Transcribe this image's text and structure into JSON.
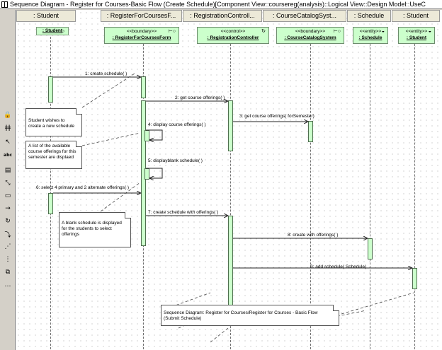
{
  "window": {
    "title": "Sequence Diagram - Register for Courses-Basic Flow (Create Schedule)[Component View::coursereg(analysis)::Logical View::Design Model::UseC"
  },
  "toolbox": [
    {
      "name": "lock-icon",
      "glyph": "🔒"
    },
    {
      "name": "palette-icon",
      "glyph": "ǂǂ"
    },
    {
      "name": "selector-arrow-icon",
      "glyph": "↖"
    },
    {
      "name": "text-tool-icon",
      "glyph": "abc"
    },
    {
      "name": "note-tool-icon",
      "glyph": "▤"
    },
    {
      "name": "anchor-tool-icon",
      "glyph": "⤡"
    },
    {
      "name": "object-tool-icon",
      "glyph": "▭"
    },
    {
      "name": "message-tool-icon",
      "glyph": "→"
    },
    {
      "name": "message-to-self-tool-icon",
      "glyph": "↻"
    },
    {
      "name": "return-message-tool-icon",
      "glyph": "⤵"
    },
    {
      "name": "destruction-marker-tool-icon",
      "glyph": "⋰"
    },
    {
      "name": "interaction-tool-icon",
      "glyph": "⋮"
    },
    {
      "name": "frame-tool-icon",
      "glyph": "⧉"
    },
    {
      "name": "more-tools-icon",
      "glyph": "…"
    }
  ],
  "headers": [
    {
      "label": ": Student"
    },
    {
      "label": ": RegisterForCoursesF..."
    },
    {
      "label": ": RegistrationControll..."
    },
    {
      "label": ": CourseCatalogSyst..."
    },
    {
      "label": ": Schedule"
    },
    {
      "label": ": Student"
    }
  ],
  "objects": [
    {
      "stereotype": "",
      "name": ": Student"
    },
    {
      "stereotype": "<<boundary>>",
      "name": ": RegisterForCoursesForm"
    },
    {
      "stereotype": "<<control>>",
      "name": ": RegistrationController"
    },
    {
      "stereotype": "<<boundary>>",
      "name": ": CourseCatalogSystem"
    },
    {
      "stereotype": "<<entity>>",
      "name": ": Schedule"
    },
    {
      "stereotype": "<<entity>>",
      "name": ": Student"
    }
  ],
  "messages": [
    {
      "label": "1: create schedule( )"
    },
    {
      "label": "2: get course offerings( )"
    },
    {
      "label": "3: get course offerings( forSemester)"
    },
    {
      "label": "4: display course offerings( )"
    },
    {
      "label": "5: displayblank schedule( )"
    },
    {
      "label": "6: select 4 primary and 2 alternate offerings( )"
    },
    {
      "label": "7: create schedule with offerings( )"
    },
    {
      "label": "8: create with offerings( )"
    },
    {
      "label": "9: add schedule( Schedule)"
    }
  ],
  "notes": [
    {
      "text": "Student wishes to create a new schedule"
    },
    {
      "text": "A list of the available course offerings for this semester are displaed"
    },
    {
      "text": "A blank schedule is displayed for the students  to select offerings"
    },
    {
      "text": "Sequence Diagram: Register for Courses/Register for Courses - Basic Flow (Submit Schedule)"
    }
  ],
  "colors": {
    "object_fill": "#ccffcc",
    "canvas": "#ffffff",
    "chrome": "#d4d0c8"
  }
}
